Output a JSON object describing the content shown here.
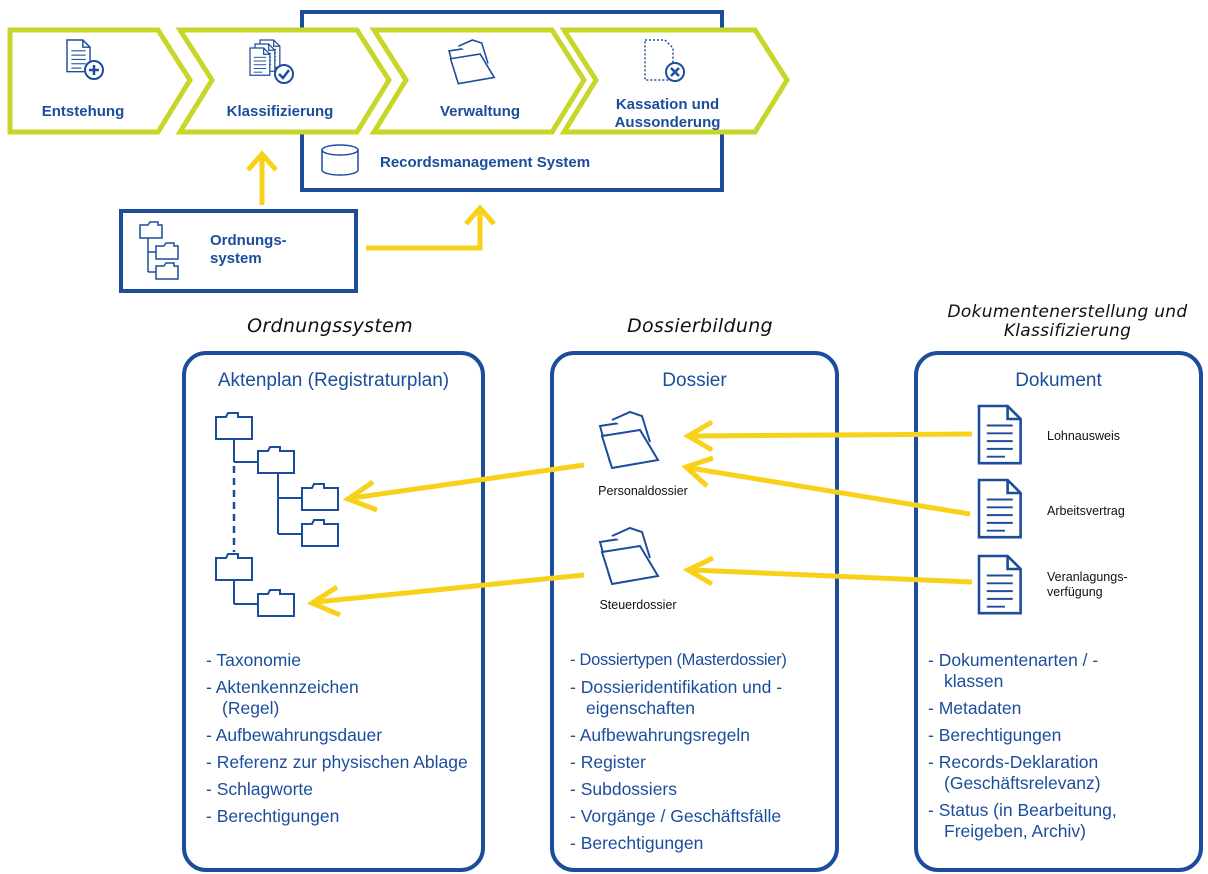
{
  "process": {
    "steps": [
      {
        "label": "Entstehung",
        "icon": "document-plus-icon"
      },
      {
        "label": "Klassifizierung",
        "icon": "documents-check-icon"
      },
      {
        "label": "Verwaltung",
        "icon": "folder-icon"
      },
      {
        "label": "Kassation und Aussonderung",
        "icon": "document-delete-icon"
      }
    ],
    "rms_label": "Recordsmanagement System",
    "ordnung_label": "Ordnungs-\nsystem"
  },
  "columns": {
    "ordnungssystem": {
      "heading": "Ordnungssystem",
      "title": "Aktenplan (Registraturplan)",
      "items": [
        "Taxonomie",
        "Aktenkennzeichen (Regel)",
        "Aufbewahrungsdauer",
        "Referenz zur physischen Ablage",
        "Schlagworte",
        "Berechtigungen"
      ]
    },
    "dossierbildung": {
      "heading": "Dossierbildung",
      "title": "Dossier",
      "folders": [
        "Personaldossier",
        "Steuerdossier"
      ],
      "items": [
        "Dossiertypen (Masterdossier)",
        "Dossieridentifikation und -eigenschaften",
        "Aufbewahrungsregeln",
        "Register",
        "Subdossiers",
        "Vorgänge / Geschäftsfälle",
        "Berechtigungen"
      ]
    },
    "dokument": {
      "heading": "Dokumentenerstellung und Klassifizierung",
      "title": "Dokument",
      "documents": [
        "Lohnausweis",
        "Arbeitsvertrag",
        "Veranlagungs-\nverfügung"
      ],
      "items": [
        "Dokumentenarten / -klassen",
        "Metadaten",
        "Berechtigungen",
        "Records-Deklaration (Geschäftsrelevanz)",
        "Status (in Bearbeitung, Freigeben, Archiv)"
      ]
    }
  },
  "colors": {
    "navy": "#1c4d9c",
    "lime": "#c8d62a",
    "yellow": "#f8d21a"
  }
}
